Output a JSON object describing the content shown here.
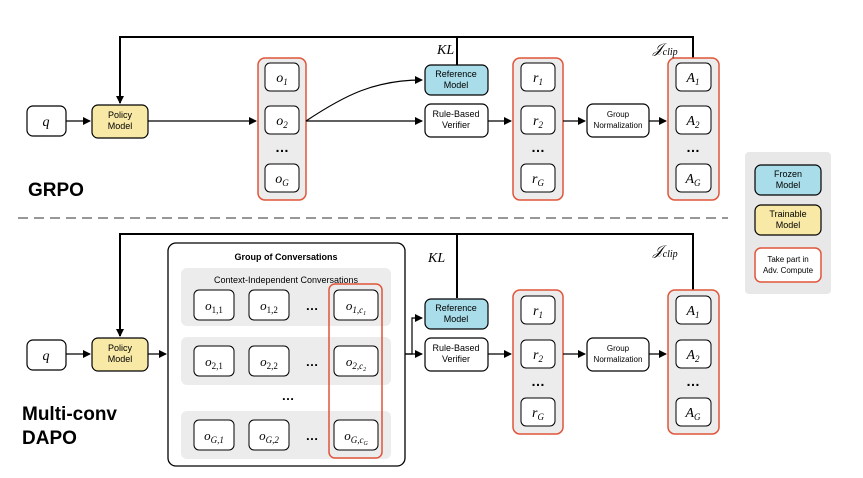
{
  "grpo": {
    "label": "GRPO",
    "q": "q",
    "policy_model": [
      "Policy",
      "Model"
    ],
    "outputs": [
      "o",
      "o",
      "…",
      "o"
    ],
    "output_subs": [
      "1",
      "2",
      "",
      "G"
    ],
    "kl": "KL",
    "reference_model": [
      "Reference",
      "Model"
    ],
    "verifier": [
      "Rule-Based",
      "Verifier"
    ],
    "rewards": [
      "r",
      "r",
      "…",
      "r"
    ],
    "reward_subs": [
      "1",
      "2",
      "",
      "G"
    ],
    "group_norm": [
      "Group",
      "Normalization"
    ],
    "j_clip": "𝒥",
    "j_clip_sub": "clip",
    "advantages": [
      "A",
      "A",
      "…",
      "A"
    ],
    "advantage_subs": [
      "1",
      "2",
      "",
      "G"
    ]
  },
  "mc": {
    "label": [
      "Multi-conv",
      "DAPO"
    ],
    "q": "q",
    "policy_model": [
      "Policy",
      "Model"
    ],
    "group_title": "Group of Conversations",
    "ci_title": "Context-Independent Conversations",
    "rows": [
      {
        "a": "o",
        "a_sub": "1,1",
        "b": "o",
        "b_sub": "1,2",
        "dots": "…",
        "c": "o",
        "c_sub": "1,c",
        "c_subsub": "1"
      },
      {
        "a": "o",
        "a_sub": "2,1",
        "b": "o",
        "b_sub": "2,2",
        "dots": "…",
        "c": "o",
        "c_sub": "2,c",
        "c_subsub": "2"
      },
      {
        "a": "o",
        "a_sub": "G,1",
        "b": "o",
        "b_sub": "G,2",
        "dots": "…",
        "c": "o",
        "c_sub": "G,c",
        "c_subsub": "G"
      }
    ],
    "row_dots": "…",
    "kl": "KL",
    "reference_model": [
      "Reference",
      "Model"
    ],
    "verifier": [
      "Rule-Based",
      "Verifier"
    ],
    "rewards": [
      "r",
      "r",
      "…",
      "r"
    ],
    "reward_subs": [
      "1",
      "2",
      "",
      "G"
    ],
    "group_norm": [
      "Group",
      "Normalization"
    ],
    "j_clip": "𝒥",
    "j_clip_sub": "clip",
    "advantages": [
      "A",
      "A",
      "…",
      "A"
    ],
    "advantage_subs": [
      "1",
      "2",
      "",
      "G"
    ]
  },
  "legend": {
    "frozen": [
      "Frozen",
      "Model"
    ],
    "trainable": [
      "Trainable",
      "Model"
    ],
    "adv": [
      "Take part in",
      "Adv. Compute"
    ]
  },
  "colors": {
    "frozen": "#a8dde9",
    "trainable": "#f9e9a6",
    "red": "#e0553a",
    "gray_panel": "#ececec",
    "legend_bg": "#e8e8e8"
  }
}
